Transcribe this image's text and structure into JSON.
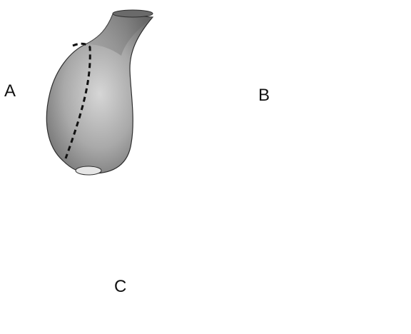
{
  "labels": {
    "a": "A",
    "b": "B",
    "c": "C"
  },
  "colors": {
    "background": "#ffffff",
    "shape_dark": "#6b6b6b",
    "shape_mid": "#a8a8a8",
    "shape_light": "#d8d8d8",
    "outline": "#2e2e2e",
    "cut_line": "#111111"
  },
  "figures": [
    {
      "id": "a",
      "description_icon": "unfolded-pouch-icon"
    },
    {
      "id": "b",
      "description_icon": "single-fold-pouch-icon"
    },
    {
      "id": "c",
      "description_icon": "double-fold-pouch-icon"
    }
  ]
}
